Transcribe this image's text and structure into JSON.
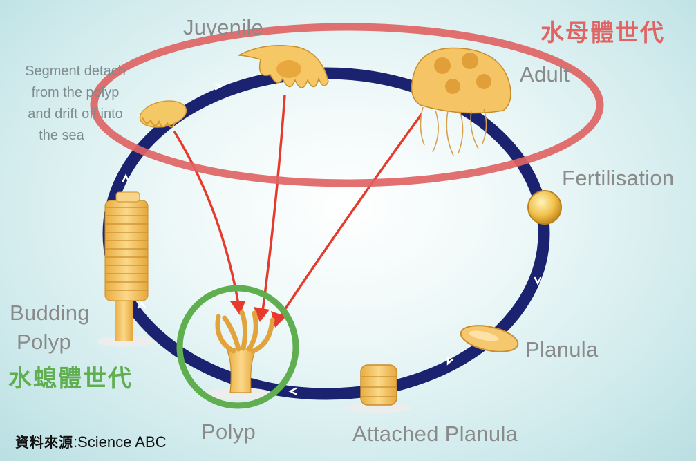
{
  "diagram": {
    "stages": {
      "juvenile": "Juvenile",
      "adult": "Adult",
      "fertilisation": "Fertilisation",
      "planula": "Planula",
      "attached_planula": "Attached Planula",
      "polyp": "Polyp",
      "budding_polyp_line1": "Budding",
      "budding_polyp_line2": "Polyp",
      "segment_line1": "Segment detach",
      "segment_line2": "from the polyp",
      "segment_line3": "and drift off into",
      "segment_line4": "the sea"
    },
    "medusa_generation_label": "水母體世代",
    "polyp_generation_label": "水螅體世代",
    "source_label": "資料來源",
    "source_sep": ":",
    "source_value": "Science ABC"
  },
  "colors": {
    "cycle": "#1b2370",
    "arrow_red": "#e53a2c",
    "medusa_highlight": "#e06464",
    "polyp_highlight": "#5fae4f",
    "organism": "#f2c15a"
  }
}
